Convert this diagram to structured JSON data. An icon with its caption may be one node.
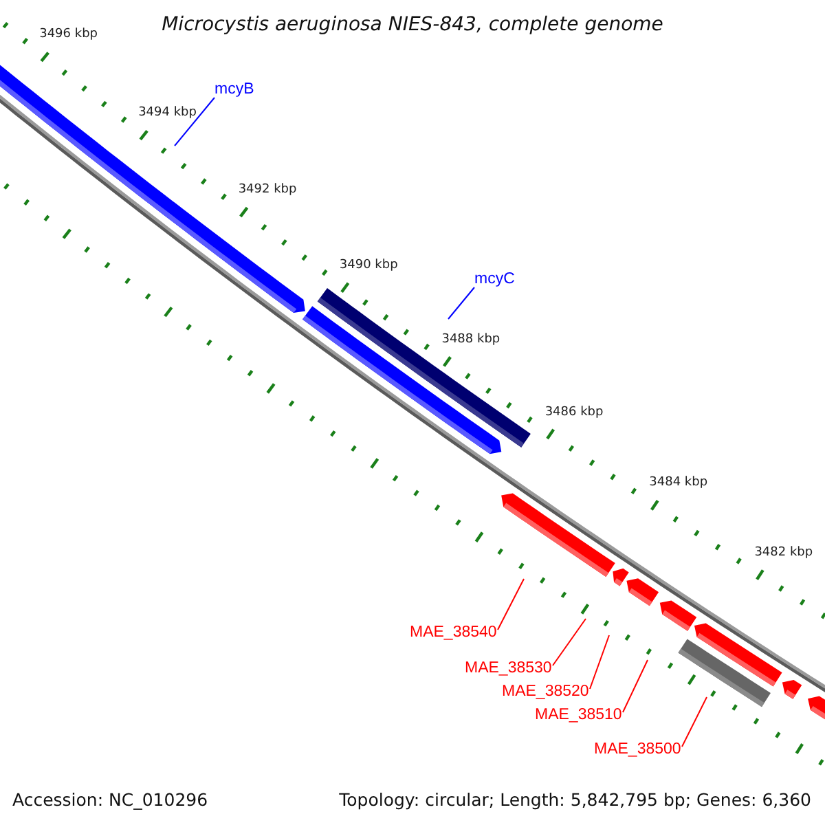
{
  "diagram": {
    "title": "Microcystis aeruginosa NIES-843, complete genome",
    "nodes": [
      {
        "text": [
          "mcyB"
        ]
      },
      {
        "text": [
          "mcyC"
        ]
      },
      {
        "text": [
          "MAE_38540"
        ]
      },
      {
        "text": [
          "MAE_38530"
        ]
      },
      {
        "text": [
          "MAE_38520"
        ]
      },
      {
        "text": [
          "MAE_38510"
        ]
      },
      {
        "text": [
          "MAE_38500"
        ]
      }
    ],
    "edges": [
      {
        "from": 0,
        "to": null,
        "arrow": "none",
        "color": "#0000ff"
      },
      {
        "from": 1,
        "to": null,
        "arrow": "none",
        "color": "#0000ff"
      },
      {
        "from": 2,
        "to": null,
        "arrow": "none"
      },
      {
        "from": 3,
        "to": null,
        "arrow": "none"
      },
      {
        "from": 4,
        "to": null,
        "arrow": "none"
      },
      {
        "from": 5,
        "to": null,
        "arrow": "none"
      },
      {
        "from": 6,
        "to": null,
        "arrow": "none"
      }
    ],
    "labels": [
      "3496 kbp",
      "3494 kbp",
      "3492 kbp",
      "3490 kbp",
      "3488 kbp",
      "3486 kbp",
      "3484 kbp",
      "3482 kbp",
      "Accession: NC_010296",
      "Topology: circular; Length: 5,842,795 bp; Genes: 6,360"
    ]
  }
}
